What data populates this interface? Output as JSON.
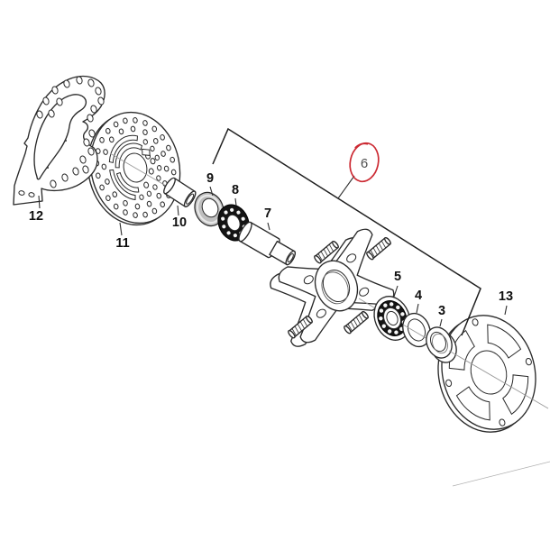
{
  "figure": {
    "type": "exploded-parts-diagram",
    "background_color": "#ffffff",
    "line_color": "#2a2a2a",
    "callouts": [
      {
        "label": "12"
      },
      {
        "label": "11"
      },
      {
        "label": "10"
      },
      {
        "label": "9"
      },
      {
        "label": "8"
      },
      {
        "label": "7"
      },
      {
        "label": "5"
      },
      {
        "label": "4"
      },
      {
        "label": "3"
      },
      {
        "label": "13"
      }
    ],
    "highlight_callout": {
      "label": "6",
      "marker": "hand-drawn ellipse",
      "marker_color": "#cc2a33"
    }
  }
}
